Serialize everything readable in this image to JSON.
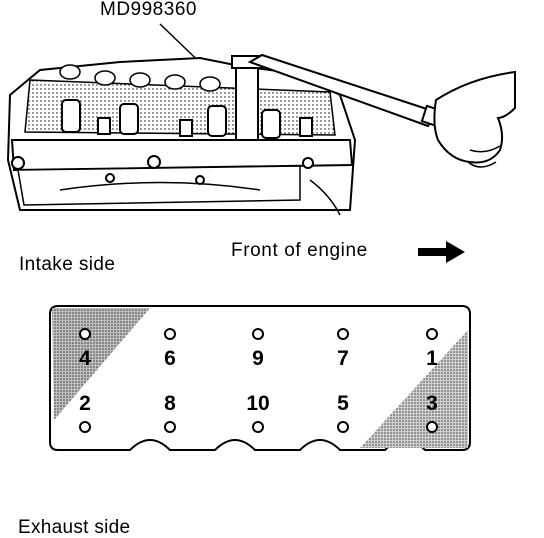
{
  "tool_callout": "MD998360",
  "intake_label": "Intake side",
  "front_label": "Front of engine",
  "exhaust_label": "Exhaust side",
  "bolts": [
    {
      "number": "4",
      "row": "top"
    },
    {
      "number": "6",
      "row": "top"
    },
    {
      "number": "9",
      "row": "top"
    },
    {
      "number": "7",
      "row": "top"
    },
    {
      "number": "1",
      "row": "top"
    },
    {
      "number": "2",
      "row": "bottom"
    },
    {
      "number": "8",
      "row": "bottom"
    },
    {
      "number": "10",
      "row": "bottom"
    },
    {
      "number": "5",
      "row": "bottom"
    },
    {
      "number": "3",
      "row": "bottom"
    }
  ],
  "icons": {
    "front_arrow": "right-arrow-icon",
    "engine_illustration": "engine-head-wrench-illustration"
  }
}
